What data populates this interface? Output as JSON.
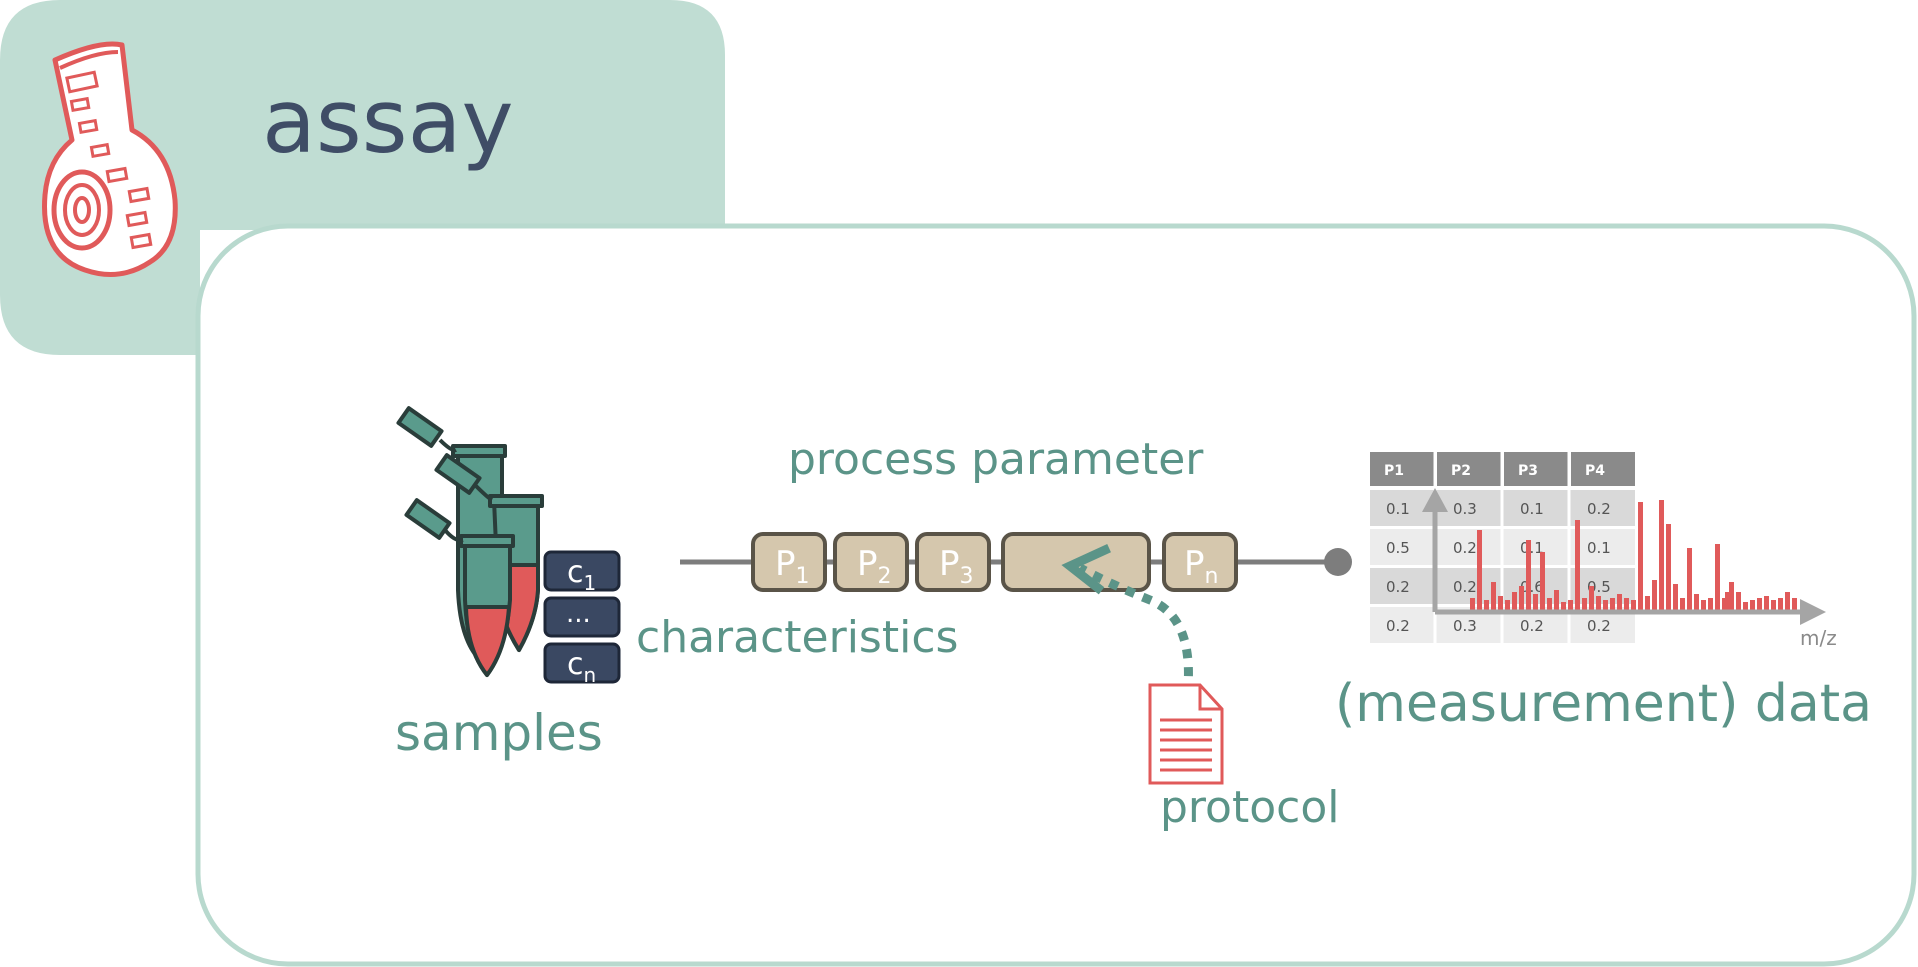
{
  "title": "assay",
  "labels": {
    "process_parameter": "process parameter",
    "characteristics": "characteristics",
    "samples": "samples",
    "protocol": "protocol",
    "measurement_data": "(measurement) data"
  },
  "characteristics_boxes": [
    {
      "base": "c",
      "sub": "1"
    },
    {
      "base": "...",
      "sub": ""
    },
    {
      "base": "c",
      "sub": "n"
    }
  ],
  "process_steps": [
    {
      "base": "P",
      "sub": "1"
    },
    {
      "base": "P",
      "sub": "2"
    },
    {
      "base": "P",
      "sub": "3"
    },
    {
      "base": "",
      "sub": ""
    },
    {
      "base": "P",
      "sub": "n"
    }
  ],
  "data_table": {
    "headers": [
      "P1",
      "P2",
      "P3",
      "P4"
    ],
    "rows": [
      [
        "0.1",
        "0.3",
        "0.1",
        "0.2"
      ],
      [
        "0.5",
        "0.2",
        "0.1",
        "0.1"
      ],
      [
        "0.2",
        "0.2",
        "0.6",
        "0.5"
      ],
      [
        "0.2",
        "0.3",
        "0.2",
        "0.2"
      ]
    ]
  },
  "spectrum_axis_label": "m/z",
  "colors": {
    "header_bg": "#c0ddd3",
    "frame": "#b8d9ce",
    "teal": "#5b9488",
    "navy": "#3f4d66",
    "red": "#e05a5a",
    "step_fill": "#d5c7ad",
    "dark_box": "#3a4862"
  }
}
